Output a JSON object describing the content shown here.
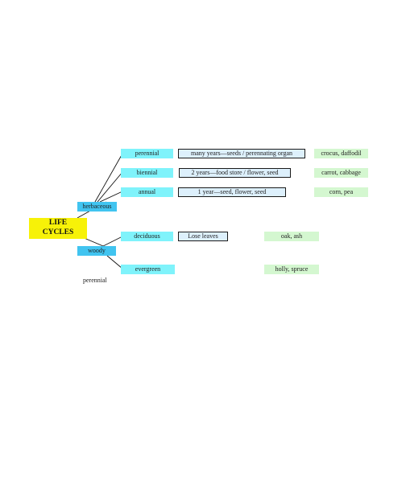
{
  "root": {
    "line1": "LIFE",
    "line2": "CYCLES"
  },
  "groups": {
    "herbaceous": "herbaceous",
    "woody": "woody",
    "woody_note": "perennial"
  },
  "herbaceous_types": [
    {
      "name": "perennial",
      "description": "many years—seeds / perennating organ",
      "examples": "crocus, daffodil"
    },
    {
      "name": "biennial",
      "description": "2 years—food store / flower, seed",
      "examples": "carrot, cabbage"
    },
    {
      "name": "annual",
      "description": "1 year—seed, flower, seed",
      "examples": "corn, pea"
    }
  ],
  "woody_types": [
    {
      "name": "deciduous",
      "description": "Lose leaves",
      "examples": "oak, ash"
    },
    {
      "name": "evergreen",
      "examples": "holly, spruce"
    }
  ]
}
